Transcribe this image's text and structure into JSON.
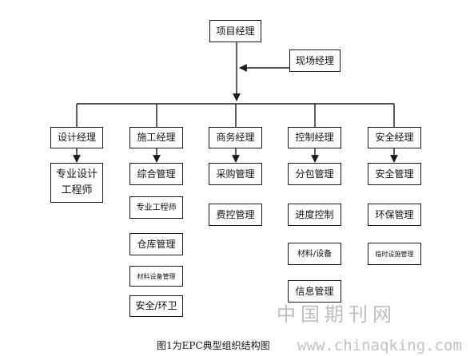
{
  "boxes": {
    "project_manager": "项目经理",
    "site_manager": "现场经理",
    "design_manager": "设计经理",
    "construction_manager": "施工经理",
    "commercial_manager": "商务经理",
    "control_manager": "控制经理",
    "safety_manager": "安全经理",
    "design_engineer": "专业设计\n工程师",
    "general_management": "综合管理",
    "specialty_engineer": "专业工程师",
    "warehouse_management": "仓库管理",
    "materials_equipment_management": "材料设备管理",
    "safety_sanitation": "安全/环卫",
    "procurement_management": "采购管理",
    "cost_control_management": "费控管理",
    "subcontract_management": "分包管理",
    "schedule_control": "进度控制",
    "materials_equipment": "材料/设备",
    "information_management": "信息管理",
    "safety_management": "安全管理",
    "environmental_management": "环保管理",
    "temporary_facilities_management": "临时设施管理"
  },
  "caption": "图1为EPC典型组织结构图",
  "watermark": {
    "site_name": "中国期刊网",
    "url": "www.chinaqking.com"
  },
  "colors": {
    "line": "#1a1a1a",
    "watermark": "#bfbfbf"
  }
}
